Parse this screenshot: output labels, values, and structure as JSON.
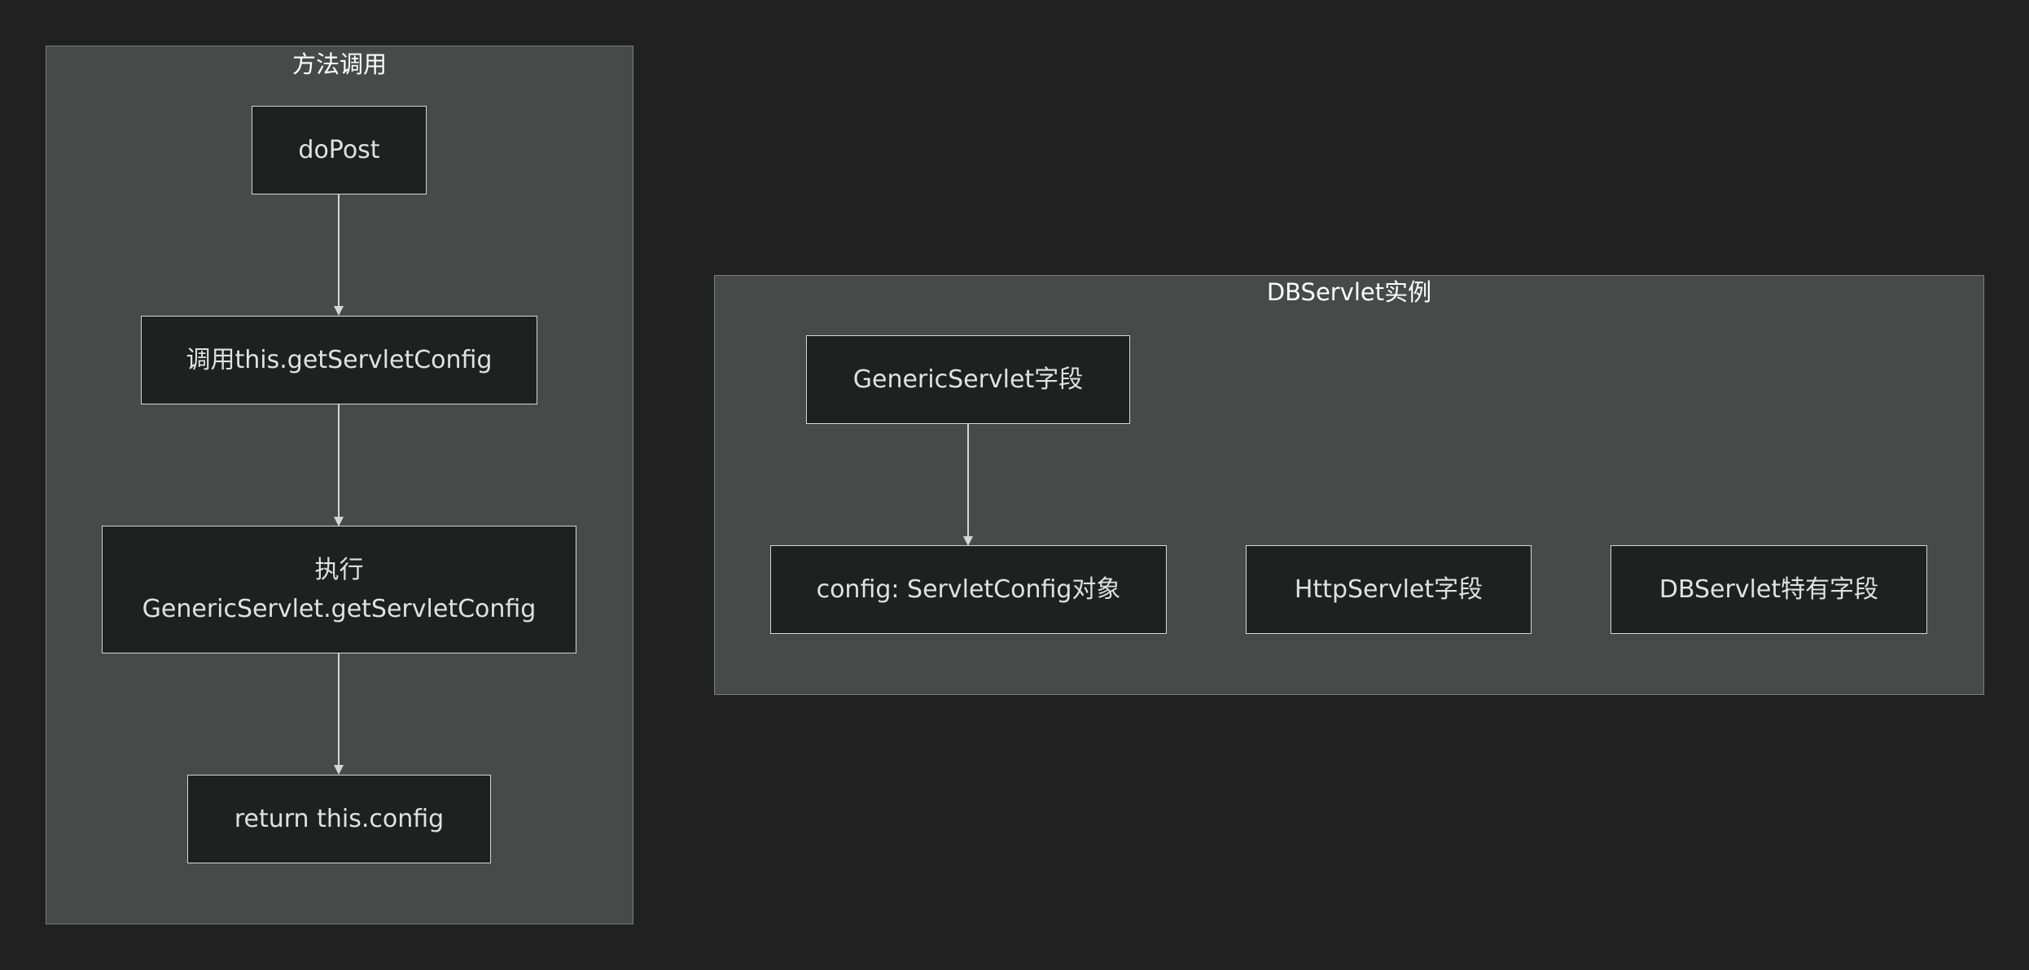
{
  "clusters": {
    "method_call": {
      "title": "方法调用",
      "nodes": {
        "do_post": "doPost",
        "call_get_config": "调用this.getServletConfig",
        "exec_line1": "执行",
        "exec_line2": "GenericServlet.getServletConfig",
        "return_config": "return this.config"
      }
    },
    "db_servlet_instance": {
      "title": "DBServlet实例",
      "nodes": {
        "generic_fields": "GenericServlet字段",
        "config_object": "config: ServletConfig对象",
        "http_fields": "HttpServlet字段",
        "db_fields": "DBServlet特有字段"
      }
    }
  },
  "colors": {
    "background": "#212121",
    "cluster_fill": "#484a49",
    "node_fill": "#1f2020",
    "edge": "#d6d6d6",
    "text": "#e1e1e1"
  }
}
